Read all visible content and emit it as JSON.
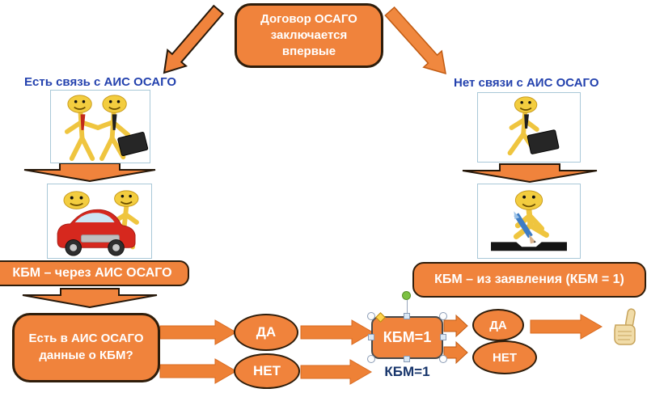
{
  "title": "Договор ОСАГО заключается впервые",
  "left": {
    "label": "Есть связь с АИС ОСАГО",
    "bar": "КБМ – через АИС ОСАГО",
    "question": "Есть в АИС ОСАГО данные о КБМ?",
    "yes": "ДА",
    "no": "НЕТ"
  },
  "right": {
    "label": "Нет связи с АИС ОСАГО",
    "bar": "КБМ – из заявления (КБМ = 1)",
    "yes": "ДА",
    "no": "НЕТ"
  },
  "kbm": {
    "box": "КБМ=1",
    "caption": "КБМ=1"
  },
  "icons": {
    "left_top": "two-figures-handshake-with-briefcase",
    "left_middle": "red-car-with-smiley-figures",
    "right_top": "walking-businessman-with-briefcase",
    "right_middle": "smiley-figure-signing-document",
    "result": "thumbs-up"
  },
  "colors": {
    "accent_orange": "#F0833C",
    "outline_dark": "#2E1D0B",
    "label_blue": "#2442AE",
    "caption_navy": "#17356B",
    "selection_green": "#7CC142",
    "selection_yellow": "#FFD34D"
  }
}
